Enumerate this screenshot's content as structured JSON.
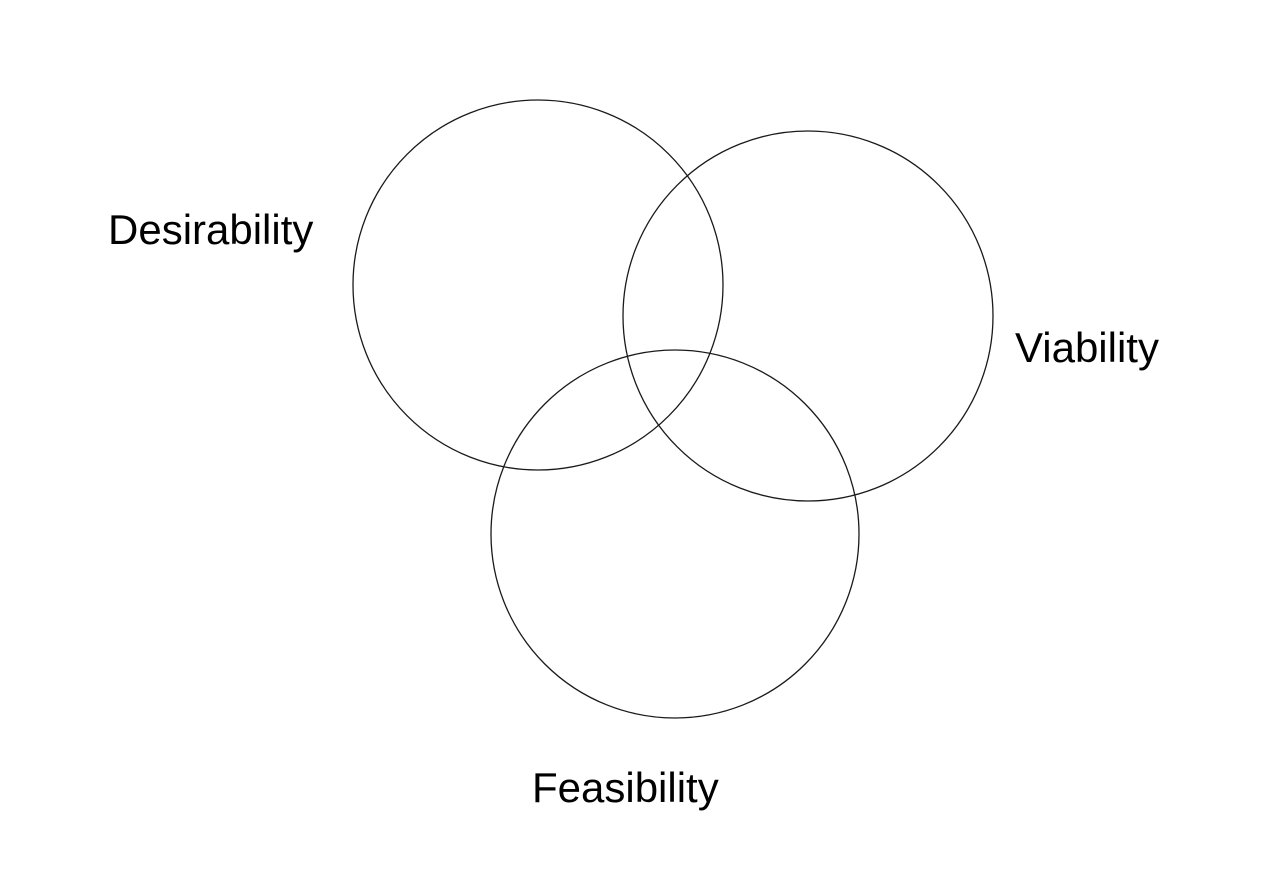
{
  "diagram": {
    "type": "venn",
    "background": "#ffffff",
    "stroke_color": "#1a1a1a",
    "label_color": "#000000",
    "sets": [
      {
        "id": "desirability",
        "label": "Desirability"
      },
      {
        "id": "viability",
        "label": "Viability"
      },
      {
        "id": "feasibility",
        "label": "Feasibility"
      }
    ]
  }
}
